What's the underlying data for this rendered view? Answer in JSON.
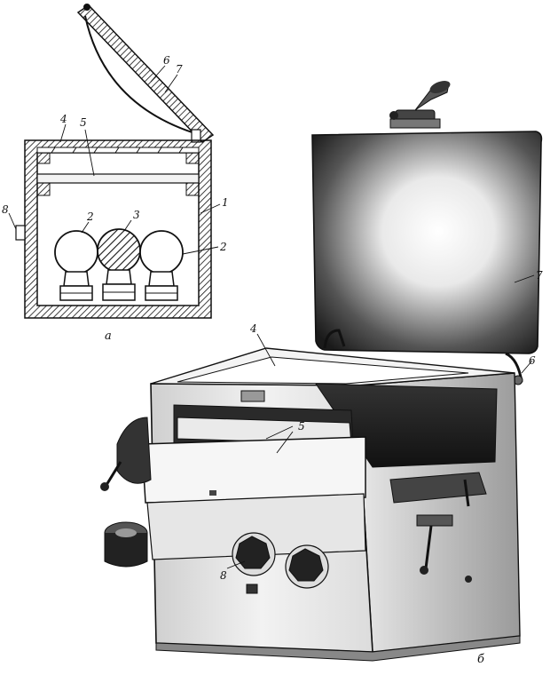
{
  "figure_a": {
    "caption": "а",
    "labels": {
      "body": "1",
      "lamp_left": "2",
      "lamp_middle": "3",
      "lamp_right": "2",
      "glass_top": "4",
      "glass_inner": "5",
      "lid_reflector": "6",
      "lid_frame": "7",
      "switch": "8"
    }
  },
  "figure_b": {
    "caption": "б",
    "labels": {
      "glass_top": "4",
      "glass_inner": "5",
      "hinge": "6",
      "lid": "7",
      "knob": "8"
    }
  }
}
